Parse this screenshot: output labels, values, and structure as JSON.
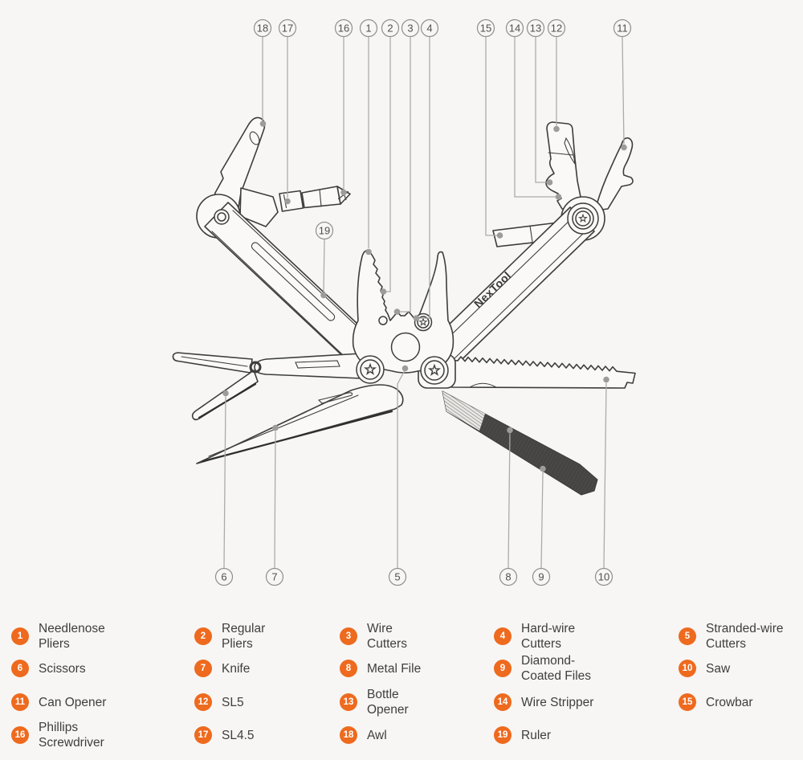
{
  "brand_label": "NexTool",
  "colors": {
    "background": "#f7f6f4",
    "accent_orange": "#EE6A1E",
    "line_art": "#3d3d3d",
    "callout_gray": "#9c9c9c"
  },
  "diagram": {
    "callouts": [
      {
        "num": "1"
      },
      {
        "num": "2"
      },
      {
        "num": "3"
      },
      {
        "num": "4"
      },
      {
        "num": "5"
      },
      {
        "num": "6"
      },
      {
        "num": "7"
      },
      {
        "num": "8"
      },
      {
        "num": "9"
      },
      {
        "num": "10"
      },
      {
        "num": "11"
      },
      {
        "num": "12"
      },
      {
        "num": "13"
      },
      {
        "num": "14"
      },
      {
        "num": "15"
      },
      {
        "num": "16"
      },
      {
        "num": "17"
      },
      {
        "num": "18"
      },
      {
        "num": "19"
      }
    ]
  },
  "legend": {
    "items": [
      {
        "num": "1",
        "label": "Needlenose\nPliers"
      },
      {
        "num": "2",
        "label": "Regular\nPliers"
      },
      {
        "num": "3",
        "label": "Wire\nCutters"
      },
      {
        "num": "4",
        "label": "Hard-wire\nCutters"
      },
      {
        "num": "5",
        "label": "Stranded-wire\nCutters"
      },
      {
        "num": "6",
        "label": "Scissors"
      },
      {
        "num": "7",
        "label": "Knife"
      },
      {
        "num": "8",
        "label": "Metal File"
      },
      {
        "num": "9",
        "label": "Diamond-\nCoated Files"
      },
      {
        "num": "10",
        "label": "Saw"
      },
      {
        "num": "11",
        "label": "Can Opener"
      },
      {
        "num": "12",
        "label": "SL5"
      },
      {
        "num": "13",
        "label": "Bottle\nOpener"
      },
      {
        "num": "14",
        "label": "Wire Stripper"
      },
      {
        "num": "15",
        "label": "Crowbar"
      },
      {
        "num": "16",
        "label": "Phillips\nScrewdriver"
      },
      {
        "num": "17",
        "label": "SL4.5"
      },
      {
        "num": "18",
        "label": "Awl"
      },
      {
        "num": "19",
        "label": "Ruler"
      }
    ]
  }
}
